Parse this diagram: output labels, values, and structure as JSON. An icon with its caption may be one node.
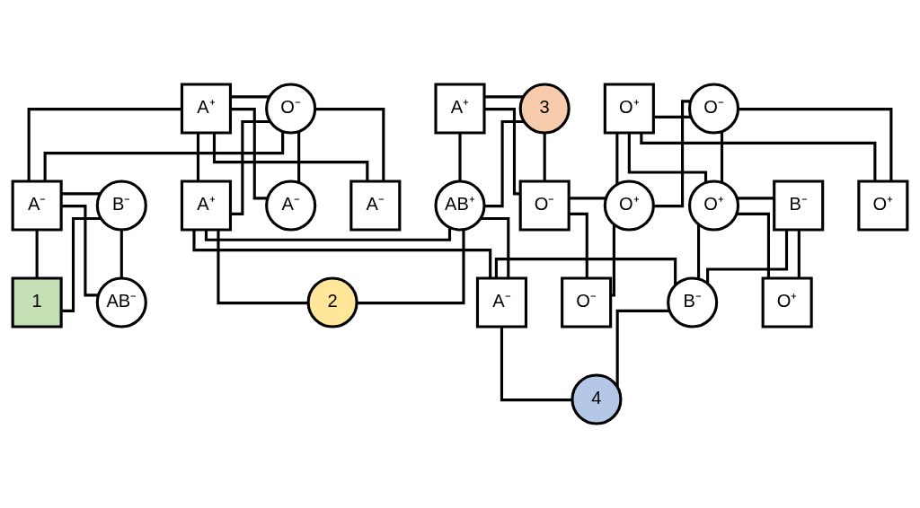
{
  "diagram": {
    "nodes": [
      {
        "text": [
          "A⁺"
        ]
      },
      {
        "text": [
          "O⁻"
        ]
      },
      {
        "text": [
          "A⁺"
        ]
      },
      {
        "text": [
          "3"
        ]
      },
      {
        "text": [
          "O⁺"
        ]
      },
      {
        "text": [
          "O⁻"
        ]
      },
      {
        "text": [
          "A⁻"
        ]
      },
      {
        "text": [
          "A⁻"
        ]
      },
      {
        "text": [
          "A⁺"
        ]
      },
      {
        "text": [
          "AB⁺"
        ]
      },
      {
        "text": [
          "O⁻"
        ]
      },
      {
        "text": [
          "O⁺"
        ]
      },
      {
        "text": [
          "O⁺"
        ]
      },
      {
        "text": [
          "A⁻"
        ]
      },
      {
        "text": [
          "B⁻"
        ]
      },
      {
        "text": [
          "O⁺"
        ]
      },
      {
        "text": [
          "B⁻"
        ]
      },
      {
        "text": [
          "2"
        ]
      },
      {
        "text": [
          "O⁻"
        ]
      },
      {
        "text": [
          "AB⁻"
        ]
      },
      {
        "text": [
          "1"
        ]
      },
      {
        "text": [
          "A⁻"
        ]
      },
      {
        "text": [
          "B⁻"
        ]
      },
      {
        "text": [
          "O⁺"
        ]
      },
      {
        "text": [
          "4"
        ]
      }
    ],
    "edges": [
      {
        "from": 0,
        "to": 1,
        "arrow": "none"
      },
      {
        "from": 2,
        "to": 3,
        "arrow": "none"
      },
      {
        "from": 4,
        "to": 5,
        "arrow": "none"
      },
      {
        "from": 0,
        "to": 13,
        "arrow": "none"
      },
      {
        "from": 1,
        "to": 13,
        "arrow": "none"
      },
      {
        "from": 0,
        "to": 6,
        "arrow": "none"
      },
      {
        "from": 1,
        "to": 6,
        "arrow": "none"
      },
      {
        "from": 0,
        "to": 7,
        "arrow": "none"
      },
      {
        "from": 1,
        "to": 7,
        "arrow": "none"
      },
      {
        "from": 0,
        "to": 8,
        "arrow": "none"
      },
      {
        "from": 1,
        "to": 8,
        "arrow": "none"
      },
      {
        "from": 2,
        "to": 9,
        "arrow": "none"
      },
      {
        "from": 3,
        "to": 9,
        "arrow": "none"
      },
      {
        "from": 2,
        "to": 10,
        "arrow": "none"
      },
      {
        "from": 3,
        "to": 10,
        "arrow": "none"
      },
      {
        "from": 4,
        "to": 11,
        "arrow": "none"
      },
      {
        "from": 5,
        "to": 11,
        "arrow": "none"
      },
      {
        "from": 4,
        "to": 15,
        "arrow": "none"
      },
      {
        "from": 5,
        "to": 15,
        "arrow": "none"
      },
      {
        "from": 4,
        "to": 12,
        "arrow": "none"
      },
      {
        "from": 5,
        "to": 12,
        "arrow": "none"
      },
      {
        "from": 8,
        "to": 9,
        "arrow": "none"
      },
      {
        "from": 10,
        "to": 11,
        "arrow": "none"
      },
      {
        "from": 13,
        "to": 14,
        "arrow": "none"
      },
      {
        "from": 15,
        "to": 16,
        "arrow": "none"
      },
      {
        "from": 13,
        "to": 19,
        "arrow": "none"
      },
      {
        "from": 14,
        "to": 19,
        "arrow": "none"
      },
      {
        "from": 13,
        "to": 20,
        "arrow": "none"
      },
      {
        "from": 14,
        "to": 20,
        "arrow": "none"
      },
      {
        "from": 8,
        "to": 17,
        "arrow": "none"
      },
      {
        "from": 9,
        "to": 17,
        "arrow": "none"
      },
      {
        "from": 8,
        "to": 21,
        "arrow": "none"
      },
      {
        "from": 9,
        "to": 21,
        "arrow": "none"
      },
      {
        "from": 10,
        "to": 18,
        "arrow": "none"
      },
      {
        "from": 11,
        "to": 18,
        "arrow": "none"
      },
      {
        "from": 15,
        "to": 22,
        "arrow": "none"
      },
      {
        "from": 16,
        "to": 22,
        "arrow": "none"
      },
      {
        "from": 15,
        "to": 23,
        "arrow": "none"
      },
      {
        "from": 16,
        "to": 23,
        "arrow": "none"
      },
      {
        "from": 21,
        "to": 22,
        "arrow": "none"
      },
      {
        "from": 21,
        "to": 24,
        "arrow": "none"
      },
      {
        "from": 22,
        "to": 24,
        "arrow": "none"
      }
    ]
  }
}
